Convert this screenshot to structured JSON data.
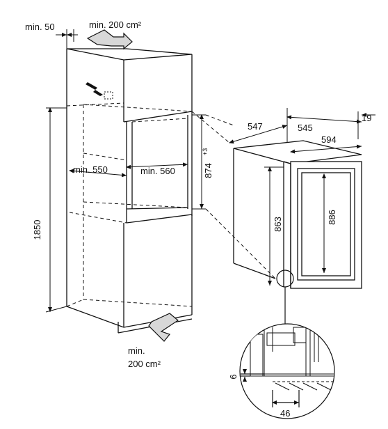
{
  "dimensions": {
    "top_clearance": "min. 50",
    "top_vent_area": "min. 200 cm²",
    "bottom_vent_area_line1": "min.",
    "bottom_vent_area_line2": "200 cm²",
    "niche_width": "min. 550",
    "niche_depth": "min. 560",
    "niche_height": "874",
    "niche_height_tolerance": "+3",
    "cabinet_height": "1850",
    "appliance_depth_total": "547",
    "appliance_depth_body": "545",
    "door_offset": "19",
    "appliance_width": "594",
    "appliance_height_body": "863",
    "appliance_height_door": "886",
    "detail_gap": "6",
    "detail_width": "46"
  },
  "icons": [
    "electrical-connection-icon",
    "airflow-arrow-icon"
  ]
}
